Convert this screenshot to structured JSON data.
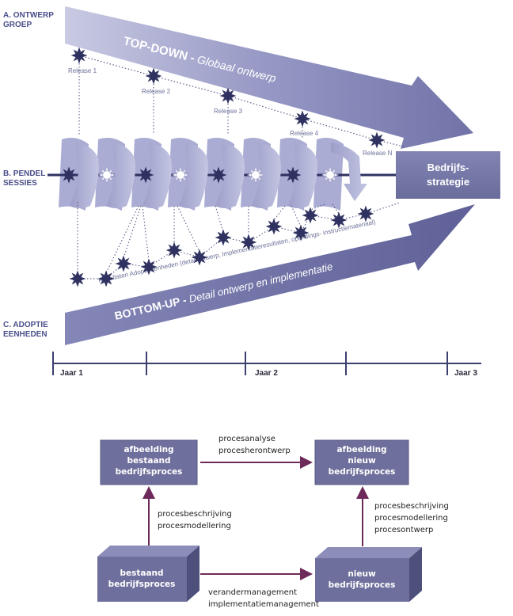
{
  "labels": {
    "a_line1": "A. ONTWERP",
    "a_line2": "GROEP",
    "b_line1": "B. PENDEL",
    "b_line2": "SESSIES",
    "c_line1": "C. ADOPTIE",
    "c_line2": "EENHEDEN"
  },
  "arrows": {
    "top_main": "TOP-DOWN -",
    "top_sub": " Globaal ontwerp",
    "bottom_main": "BOTTOM-UP -",
    "bottom_sub": " Detail ontwerp en implementatie",
    "adoption_note": "Resultaten Adoptieeenheden (detailontwerp, implementatieresultaten, opleidings- instructiemateriaal)"
  },
  "releases": [
    "Release 1",
    "Release 2",
    "Release 3",
    "Release 4",
    "Release N"
  ],
  "strategy_box": {
    "line1": "Bedrijfs-",
    "line2": "strategie"
  },
  "timeline": [
    "Jaar 1",
    "Jaar 2",
    "Jaar 3"
  ],
  "process": {
    "tl": {
      "line1": "afbeelding",
      "line2": "bestaand",
      "line3": "bedrijfsproces"
    },
    "tr": {
      "line1": "afbeelding",
      "line2": "nieuw",
      "line3": "bedrijfsproces"
    },
    "bl": {
      "line1": "bestaand",
      "line2": "bedrijfsproces"
    },
    "br": {
      "line1": "nieuw",
      "line2": "bedrijfsproces"
    },
    "top_note": {
      "line1": "procesanalyse",
      "line2": "procesherontwerp"
    },
    "left_note": {
      "line1": "procesbeschrijving",
      "line2": "procesmodellering"
    },
    "right_note": {
      "line1": "procesbeschrijving",
      "line2": "procesmodellering",
      "line3": "procesontwerp"
    },
    "bottom_note": {
      "line1": "verandermanagement",
      "line2": "implementatiemanagement"
    }
  },
  "colors": {
    "arrow": "#7d7fb0",
    "box": "#6e6f9c",
    "arrow_line": "#6d2a5a",
    "timeline": "#3c3f6e"
  }
}
